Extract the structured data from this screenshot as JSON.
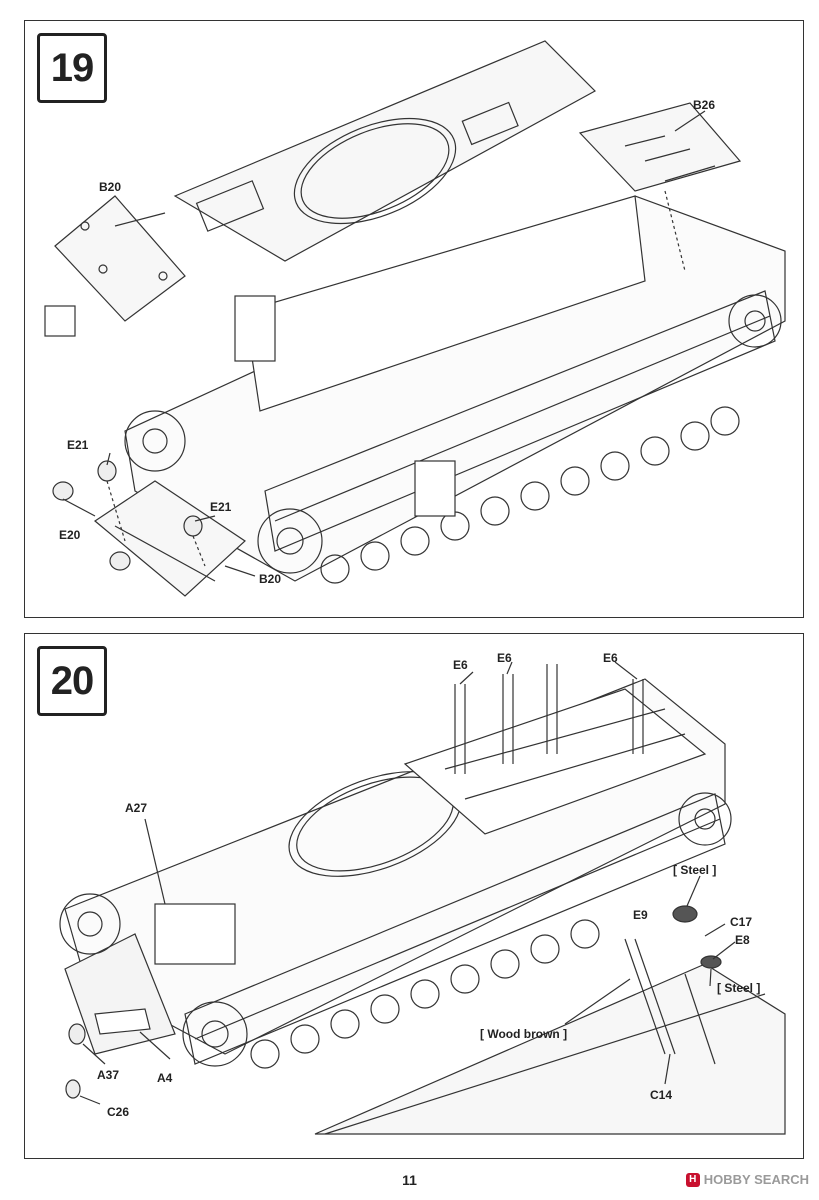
{
  "page_number": "11",
  "watermark": "HOBBY SEARCH",
  "step19": {
    "number": "19",
    "labels": {
      "b26": "B26",
      "b20_top": "B20",
      "e21_left": "E21",
      "e20": "E20",
      "e21_right": "E21",
      "b20_bottom": "B20"
    }
  },
  "step20": {
    "number": "20",
    "labels": {
      "e6_a": "E6",
      "e6_b": "E6",
      "e6_c": "E6",
      "a27": "A27",
      "steel_1": "[ Steel ]",
      "e9": "E9",
      "c17": "C17",
      "e8": "E8",
      "steel_2": "[ Steel ]",
      "wood_brown": "[ Wood brown ]",
      "c14": "C14",
      "a37": "A37",
      "a4": "A4",
      "c26": "C26"
    }
  }
}
